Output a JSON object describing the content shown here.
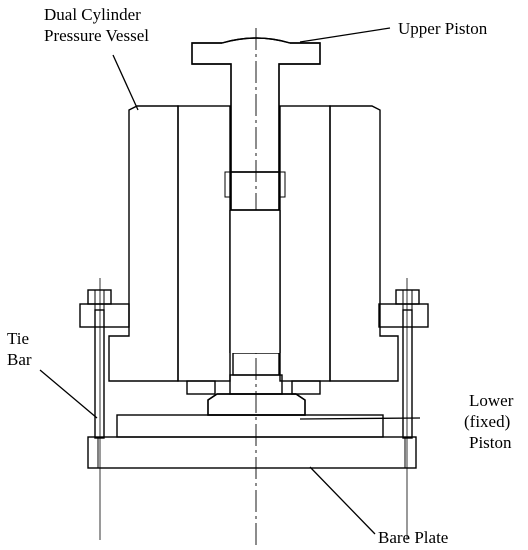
{
  "labels": {
    "vessel": [
      "Dual Cylinder",
      "Pressure Vessel"
    ],
    "upper_piston": "Upper Piston",
    "tie_bar": [
      "Tie",
      "Bar"
    ],
    "lower_piston": [
      "Lower",
      "(fixed)",
      "Piston"
    ],
    "base_plate": "Bare Plate"
  },
  "colors": {
    "line": "#000000",
    "background": "#ffffff"
  }
}
